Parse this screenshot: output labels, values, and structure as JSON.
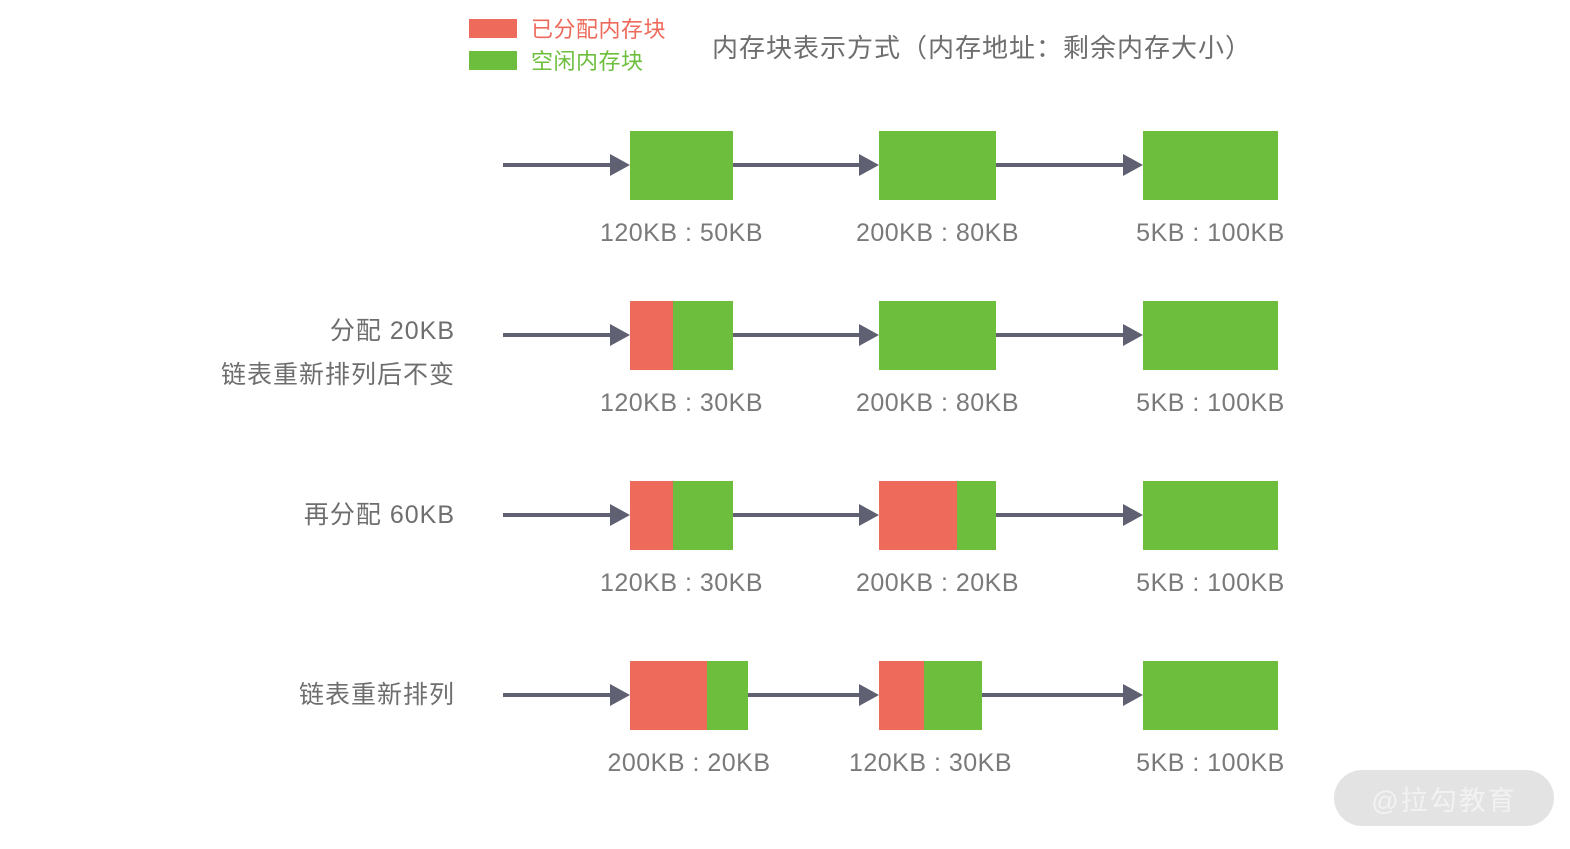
{
  "colors": {
    "allocated": "#ee6a5b",
    "free": "#6cbe3c",
    "arrow": "#5f6173",
    "caption_text": "#7a7a7a",
    "title_text": "#6e6e6e",
    "background": "#ffffff",
    "watermark_pill": "#e3e3e3",
    "watermark_text": "#f2f2f2"
  },
  "legend": {
    "items": [
      {
        "label": "已分配内存块",
        "color": "#ee6a5b"
      },
      {
        "label": "空闲内存块",
        "color": "#6cbe3c"
      }
    ]
  },
  "title": "内存块表示方式（内存地址：剩余内存大小）",
  "watermark": "@拉勾教育",
  "rows": [
    {
      "label_line1": "",
      "label_line2": "",
      "blocks": [
        {
          "caption": "120KB : 50KB",
          "address": "120KB",
          "remaining": "50KB",
          "used_percent": 0,
          "width": 103
        },
        {
          "caption": "200KB : 80KB",
          "address": "200KB",
          "remaining": "80KB",
          "used_percent": 0,
          "width": 117
        },
        {
          "caption": "5KB : 100KB",
          "address": "5KB",
          "remaining": "100KB",
          "used_percent": 0,
          "width": 135
        }
      ]
    },
    {
      "label_line1": "分配 20KB",
      "label_line2": "链表重新排列后不变",
      "blocks": [
        {
          "caption": "120KB : 30KB",
          "address": "120KB",
          "remaining": "30KB",
          "used_percent": 42,
          "width": 103
        },
        {
          "caption": "200KB : 80KB",
          "address": "200KB",
          "remaining": "80KB",
          "used_percent": 0,
          "width": 117
        },
        {
          "caption": "5KB : 100KB",
          "address": "5KB",
          "remaining": "100KB",
          "used_percent": 0,
          "width": 135
        }
      ]
    },
    {
      "label_line1": "再分配 60KB",
      "label_line2": "",
      "blocks": [
        {
          "caption": "120KB : 30KB",
          "address": "120KB",
          "remaining": "30KB",
          "used_percent": 42,
          "width": 103
        },
        {
          "caption": "200KB : 20KB",
          "address": "200KB",
          "remaining": "20KB",
          "used_percent": 67,
          "width": 117
        },
        {
          "caption": "5KB : 100KB",
          "address": "5KB",
          "remaining": "100KB",
          "used_percent": 0,
          "width": 135
        }
      ]
    },
    {
      "label_line1": "链表重新排列",
      "label_line2": "",
      "blocks": [
        {
          "caption": "200KB : 20KB",
          "address": "200KB",
          "remaining": "20KB",
          "used_percent": 65,
          "width": 118
        },
        {
          "caption": "120KB : 30KB",
          "address": "120KB",
          "remaining": "30KB",
          "used_percent": 44,
          "width": 103
        },
        {
          "caption": "5KB : 100KB",
          "address": "5KB",
          "remaining": "100KB",
          "used_percent": 0,
          "width": 135
        }
      ]
    }
  ]
}
